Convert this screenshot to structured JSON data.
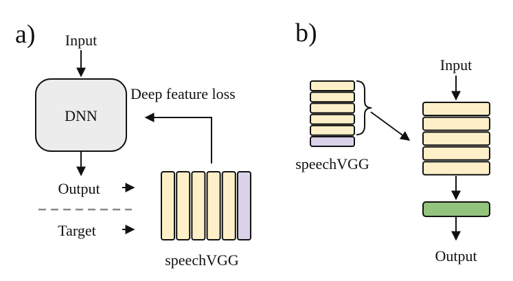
{
  "panel_a": {
    "letter": "a)",
    "input_label": "Input",
    "dnn_label": "DNN",
    "loss_label": "Deep feature loss",
    "output_label": "Output",
    "target_label": "Target",
    "network_label": "speechVGG",
    "layer_count": 6
  },
  "panel_b": {
    "letter": "b)",
    "network_label": "speechVGG",
    "input_label": "Input",
    "output_label": "Output",
    "source_stack_layer_count": 6,
    "target_stack_layer_count": 5
  },
  "colors": {
    "layer_fill": "#fdf0c8",
    "final_layer_fill": "#d9d2e9",
    "head_fill": "#93c47d",
    "dnn_fill": "#ececec",
    "stroke": "#111111",
    "separator": "#888888"
  }
}
